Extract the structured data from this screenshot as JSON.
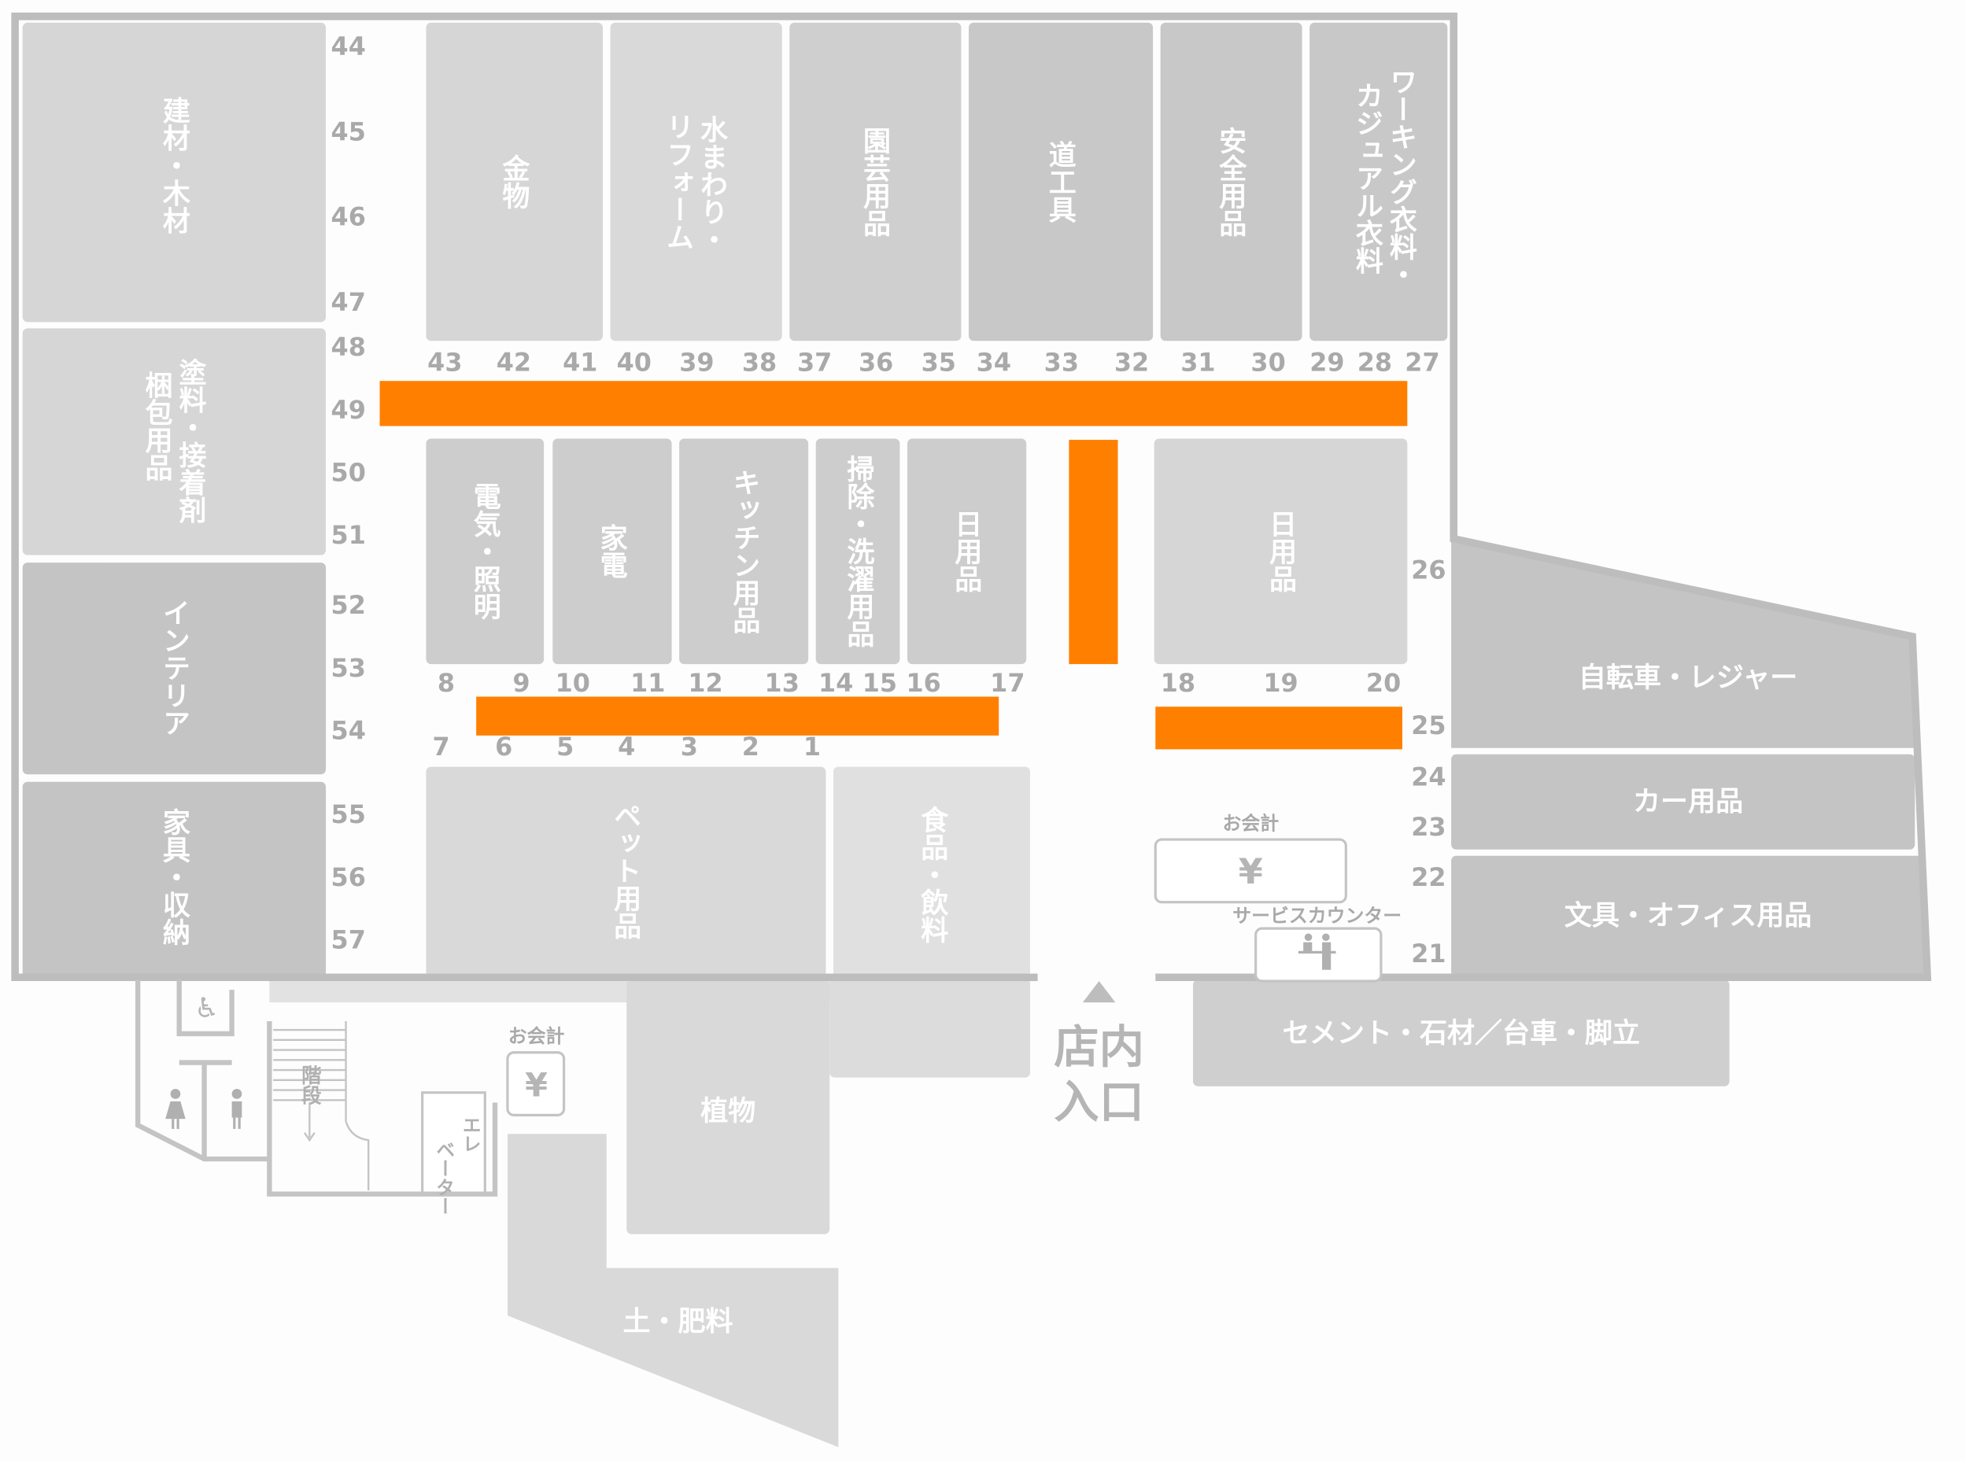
{
  "map": {
    "accent_color": "#ff8000",
    "zones": {
      "kenzai": "建材・木材",
      "toryo": "塗料・接着剤",
      "konpo": "梱包用品",
      "interior": "インテリア",
      "kagu": "家具・収納",
      "kanamono": "金物",
      "mizumawari_1": "水まわり・",
      "mizumawari_2": "リフォーム",
      "engei": "園芸用品",
      "dokogu": "道工具",
      "anzen": "安全用品",
      "working_1": "ワーキング衣料・",
      "working_2": "カジュアル衣料",
      "denki": "電気・照明",
      "kaden": "家電",
      "kitchen": "キッチン用品",
      "soji": "掃除・洗濯用品",
      "nichiyo_1": "日用品",
      "nichiyo_2": "日用品",
      "pet": "ペット用品",
      "shokuhin": "食品・飲料",
      "jitensha": "自転車・レジャー",
      "car": "カー用品",
      "bungu": "文具・オフィス用品",
      "cement": "セメント・石材／台車・脚立",
      "shokubutsu": "植物",
      "tsuchi": "土・肥料"
    },
    "facilities": {
      "checkout_label": "お会計",
      "checkout_symbol": "¥",
      "service_counter": "サービスカウンター",
      "checkout_outdoor_label": "お会計",
      "checkout_outdoor_symbol": "¥",
      "stairs": "階段",
      "elevator_1": "エレ",
      "elevator_2": "ベーター",
      "entrance_1": "店内",
      "entrance_2": "入口"
    },
    "aisle_numbers": [
      "1",
      "2",
      "3",
      "4",
      "5",
      "6",
      "7",
      "8",
      "9",
      "10",
      "11",
      "12",
      "13",
      "14",
      "15",
      "16",
      "17",
      "18",
      "19",
      "20",
      "21",
      "22",
      "23",
      "24",
      "25",
      "26",
      "27",
      "28",
      "29",
      "30",
      "31",
      "32",
      "33",
      "34",
      "35",
      "36",
      "37",
      "38",
      "39",
      "40",
      "41",
      "42",
      "43",
      "44",
      "45",
      "46",
      "47",
      "48",
      "49",
      "50",
      "51",
      "52",
      "53",
      "54",
      "55",
      "56",
      "57"
    ]
  }
}
